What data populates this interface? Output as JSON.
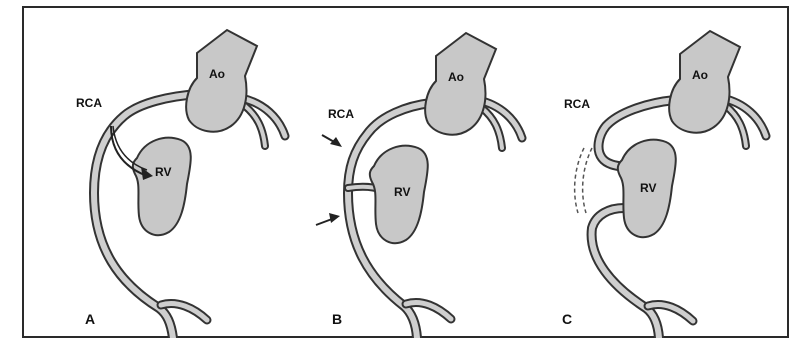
{
  "figure": {
    "panels": [
      {
        "letter": "A",
        "rca_label": "RCA",
        "ao_label": "Ao",
        "rv_label": "RV"
      },
      {
        "letter": "B",
        "rca_label": "RCA",
        "ao_label": "Ao",
        "rv_label": "RV"
      },
      {
        "letter": "C",
        "rca_label": "RCA",
        "ao_label": "Ao",
        "rv_label": "RV"
      }
    ]
  },
  "colors": {
    "border": "#2a2a2a",
    "vessel_fill": "#cfcfcf",
    "organ_fill": "#c8c8c8",
    "outline": "#333333"
  }
}
